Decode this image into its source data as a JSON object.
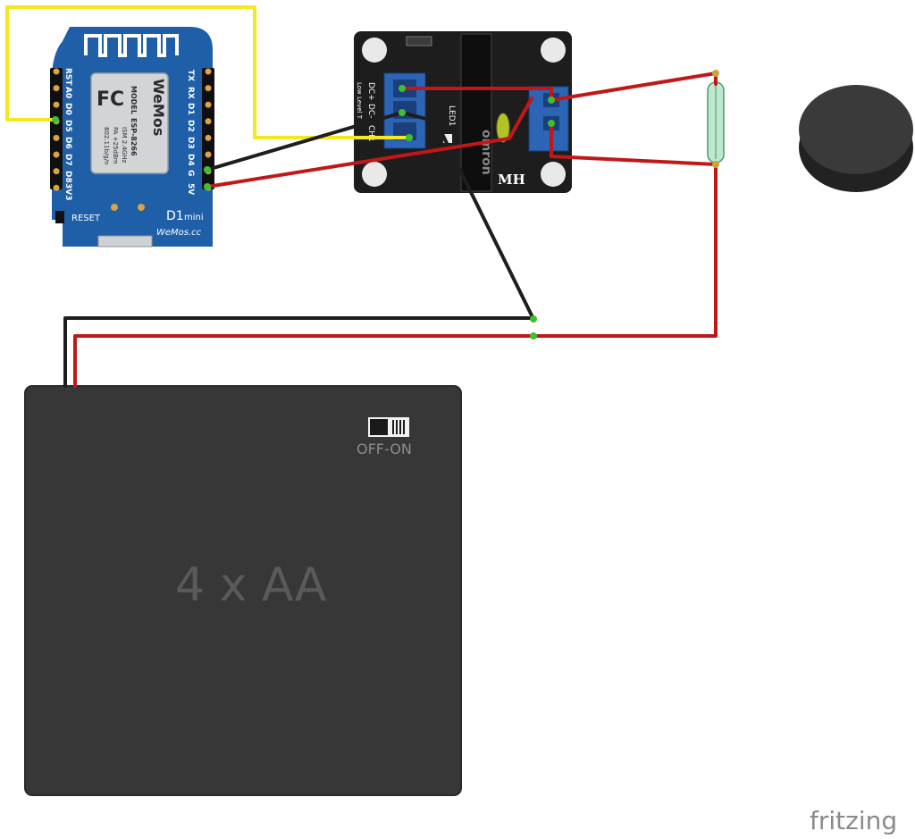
{
  "d1mini": {
    "pins_left": [
      "RST",
      "A0",
      "D0",
      "D5",
      "D6",
      "D7",
      "D8",
      "3V3"
    ],
    "pins_right": [
      "TX",
      "RX",
      "D1",
      "D2",
      "D3",
      "D4",
      "G",
      "5V"
    ],
    "module_model_label": "MODEL",
    "module_model": "ESP-8266",
    "module_line1": "ISM 2.4GHz",
    "module_line2": "PA +25dBm",
    "module_line3": "802.11b/g/n",
    "fcc_logo": "FC",
    "wemos_logo": "WeMos",
    "reset_label": "RESET",
    "board_name": "D1",
    "board_variant": "mini",
    "website": "WeMos.cc"
  },
  "relay": {
    "dc_plus": "DC+",
    "dc_minus": "DC-",
    "ch1": "CH1",
    "low_level": "Low Level T",
    "led_label": "LED1",
    "relay_brand": "omron",
    "maker": "MH"
  },
  "battery": {
    "label": "4 x AA",
    "switch_label": "OFF-ON"
  },
  "watermark": "fritzing",
  "colors": {
    "wire_red": "#c01818",
    "wire_black": "#1e1e1e",
    "wire_yellow": "#f2ea1e",
    "board_blue": "#1f5fa8",
    "relay_board": "#1d1d1d",
    "battery_case": "#373737",
    "pin_green": "#3fbf2f"
  }
}
